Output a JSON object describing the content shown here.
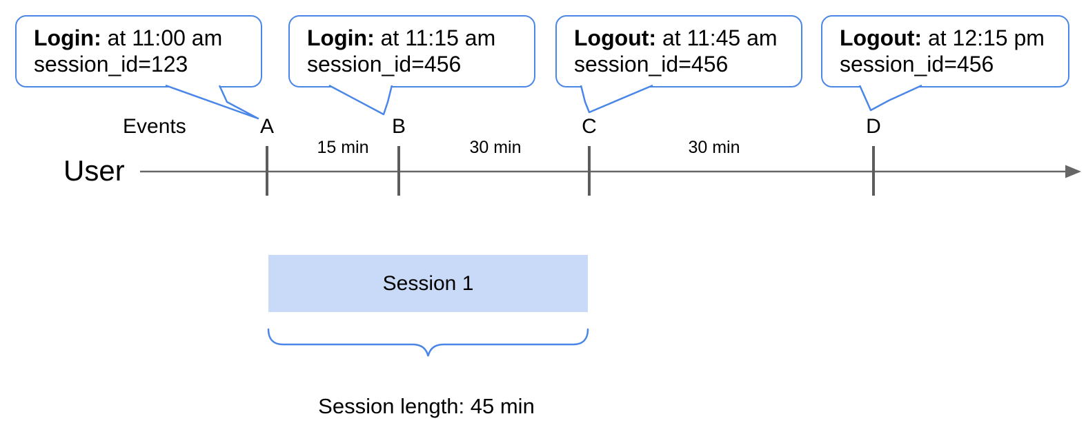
{
  "callouts": [
    {
      "event_type": "Login:",
      "time": "at 11:00 am",
      "session": "session_id=123"
    },
    {
      "event_type": "Login:",
      "time": "at 11:15 am",
      "session": "session_id=456"
    },
    {
      "event_type": "Logout:",
      "time": "at 11:45 am",
      "session": "session_id=456"
    },
    {
      "event_type": "Logout:",
      "time": "at 12:15 pm",
      "session": "session_id=456"
    }
  ],
  "timeline": {
    "events_label": "Events",
    "user_label": "User",
    "markers": [
      "A",
      "B",
      "C",
      "D"
    ],
    "intervals": [
      "15 min",
      "30 min",
      "30 min"
    ]
  },
  "session": {
    "bar_label": "Session 1",
    "length_label": "Session length: 45 min"
  },
  "colors": {
    "callout_blue": "#4a86e8",
    "session_fill": "#c9daf8",
    "line_gray": "#666666",
    "tick_gray": "#5c5c5c"
  }
}
